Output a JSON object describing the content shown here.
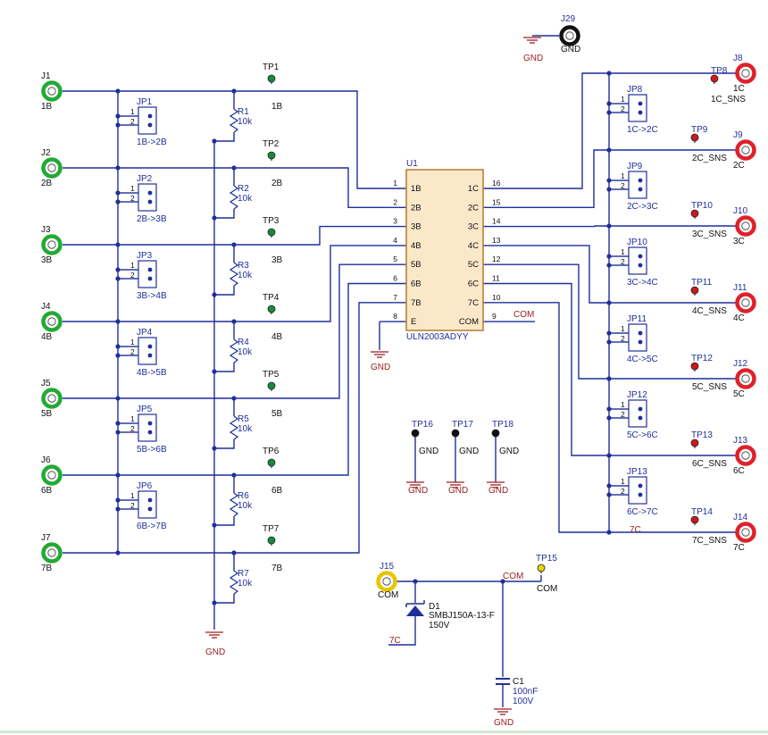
{
  "colors": {
    "wire": "#1f2f9a",
    "gnd": "#9a2020",
    "ic_fill": "#fbe8c8",
    "ic_border": "#b87a2a",
    "conn_green": "#22aa33",
    "conn_red": "#e0202a",
    "conn_yellow": "#e8c400",
    "conn_black": "#111111",
    "tp_green": "#188a3a",
    "tp_red": "#d01818",
    "tp_black": "#111111",
    "tp_yellow": "#e8d300"
  },
  "ic": {
    "ref": "U1",
    "part": "ULN2003ADYY",
    "left_pins": [
      {
        "num": "1",
        "name": "1B"
      },
      {
        "num": "2",
        "name": "2B"
      },
      {
        "num": "3",
        "name": "3B"
      },
      {
        "num": "4",
        "name": "4B"
      },
      {
        "num": "5",
        "name": "5B"
      },
      {
        "num": "6",
        "name": "6B"
      },
      {
        "num": "7",
        "name": "7B"
      },
      {
        "num": "8",
        "name": "E"
      }
    ],
    "right_pins": [
      {
        "num": "16",
        "name": "1C"
      },
      {
        "num": "15",
        "name": "2C"
      },
      {
        "num": "14",
        "name": "3C"
      },
      {
        "num": "13",
        "name": "4C"
      },
      {
        "num": "12",
        "name": "5C"
      },
      {
        "num": "11",
        "name": "6C"
      },
      {
        "num": "10",
        "name": "7C"
      },
      {
        "num": "9",
        "name": "COM"
      }
    ],
    "com_net": "COM",
    "gnd_label": "GND"
  },
  "left_connectors": [
    {
      "ref": "J1",
      "net": "1B"
    },
    {
      "ref": "J2",
      "net": "2B"
    },
    {
      "ref": "J3",
      "net": "3B"
    },
    {
      "ref": "J4",
      "net": "4B"
    },
    {
      "ref": "J5",
      "net": "5B"
    },
    {
      "ref": "J6",
      "net": "6B"
    },
    {
      "ref": "J7",
      "net": "7B"
    }
  ],
  "left_testpoints": [
    {
      "ref": "TP1",
      "net": "1B"
    },
    {
      "ref": "TP2",
      "net": "2B"
    },
    {
      "ref": "TP3",
      "net": "3B"
    },
    {
      "ref": "TP4",
      "net": "4B"
    },
    {
      "ref": "TP5",
      "net": "5B"
    },
    {
      "ref": "TP6",
      "net": "6B"
    },
    {
      "ref": "TP7",
      "net": "7B"
    }
  ],
  "resistors": [
    {
      "ref": "R1",
      "value": "10k"
    },
    {
      "ref": "R2",
      "value": "10k"
    },
    {
      "ref": "R3",
      "value": "10k"
    },
    {
      "ref": "R4",
      "value": "10k"
    },
    {
      "ref": "R5",
      "value": "10k"
    },
    {
      "ref": "R6",
      "value": "10k"
    },
    {
      "ref": "R7",
      "value": "10k"
    }
  ],
  "left_jumpers": [
    {
      "ref": "JP1",
      "label": "1B->2B",
      "p1": "1",
      "p2": "2"
    },
    {
      "ref": "JP2",
      "label": "2B->3B",
      "p1": "1",
      "p2": "2"
    },
    {
      "ref": "JP3",
      "label": "3B->4B",
      "p1": "1",
      "p2": "2"
    },
    {
      "ref": "JP4",
      "label": "4B->5B",
      "p1": "1",
      "p2": "2"
    },
    {
      "ref": "JP5",
      "label": "5B->6B",
      "p1": "1",
      "p2": "2"
    },
    {
      "ref": "JP6",
      "label": "6B->7B",
      "p1": "1",
      "p2": "2"
    }
  ],
  "right_jumpers": [
    {
      "ref": "JP8",
      "label": "1C->2C",
      "p1": "1",
      "p2": "2"
    },
    {
      "ref": "JP9",
      "label": "2C->3C",
      "p1": "1",
      "p2": "2"
    },
    {
      "ref": "JP10",
      "label": "3C->4C",
      "p1": "1",
      "p2": "2"
    },
    {
      "ref": "JP11",
      "label": "4C->5C",
      "p1": "1",
      "p2": "2"
    },
    {
      "ref": "JP12",
      "label": "5C->6C",
      "p1": "1",
      "p2": "2"
    },
    {
      "ref": "JP13",
      "label": "6C->7C",
      "p1": "1",
      "p2": "2"
    }
  ],
  "right_connectors": [
    {
      "ref": "J8",
      "net": "1C"
    },
    {
      "ref": "J9",
      "net": "2C"
    },
    {
      "ref": "J10",
      "net": "3C"
    },
    {
      "ref": "J11",
      "net": "4C"
    },
    {
      "ref": "J12",
      "net": "5C"
    },
    {
      "ref": "J13",
      "net": "6C"
    },
    {
      "ref": "J14",
      "net": "7C"
    }
  ],
  "right_testpoints": [
    {
      "ref": "TP8",
      "net": "1C_SNS"
    },
    {
      "ref": "TP9",
      "net": "2C_SNS"
    },
    {
      "ref": "TP10",
      "net": "3C_SNS"
    },
    {
      "ref": "TP11",
      "net": "4C_SNS"
    },
    {
      "ref": "TP12",
      "net": "5C_SNS"
    },
    {
      "ref": "TP13",
      "net": "6C_SNS"
    },
    {
      "ref": "TP14",
      "net": "7C_SNS"
    }
  ],
  "net_7c": "7C",
  "gnd_testpoints": [
    {
      "ref": "TP16",
      "net": "GND"
    },
    {
      "ref": "TP17",
      "net": "GND"
    },
    {
      "ref": "TP18",
      "net": "GND"
    }
  ],
  "j29": {
    "ref": "J29",
    "net": "GND"
  },
  "gnd_label": "GND",
  "protection": {
    "j15_ref": "J15",
    "j15_net": "COM",
    "com_net": "COM",
    "tp15_ref": "TP15",
    "tp15_net": "COM",
    "d1_ref": "D1",
    "d1_part": "SMBJ150A-13-F",
    "d1_value": "150V",
    "c1_ref": "C1",
    "c1_value": "100nF",
    "c1_voltage": "100V",
    "net_7c": "7C"
  }
}
